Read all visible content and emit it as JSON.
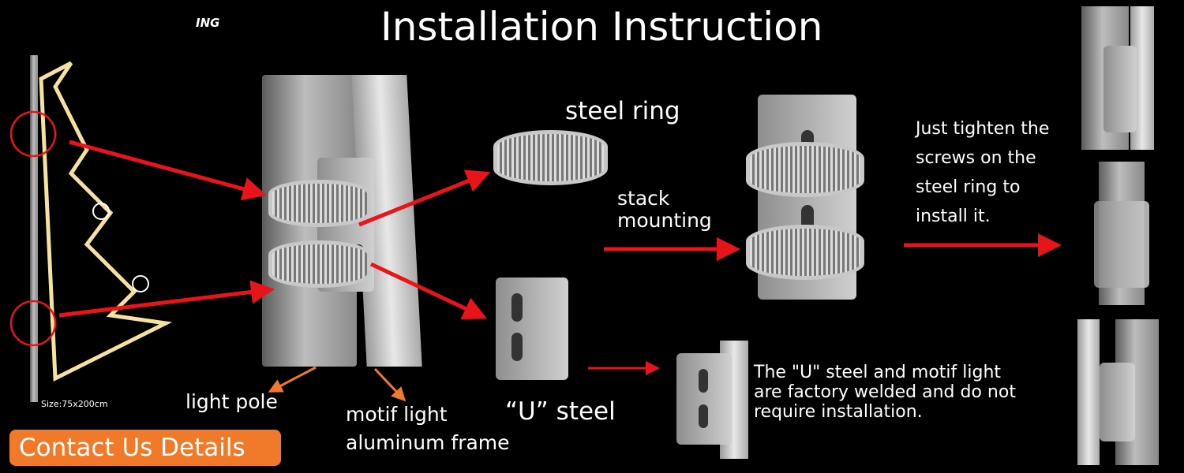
{
  "header": {
    "title": "Installation Instruction",
    "brand_fragment": "ING"
  },
  "product": {
    "size": "Size:75x200cm"
  },
  "labels": {
    "steel_ring": "steel ring",
    "stack_mounting_1": "stack",
    "stack_mounting_2": "mounting",
    "u_steel": "“U”  steel",
    "light_pole": "light pole",
    "motif_frame_1": "motif light",
    "motif_frame_2": "aluminum frame"
  },
  "instructions": {
    "tighten": "Just tighten the screws on the steel ring to install it.",
    "welded": "The \"U\" steel and motif light are factory welded and do not require installation."
  },
  "contact_button": "Contact Us Details",
  "colors": {
    "arrow": "#e8141a",
    "orange_arrow": "#f07a2a",
    "button": "#f07a2a"
  }
}
